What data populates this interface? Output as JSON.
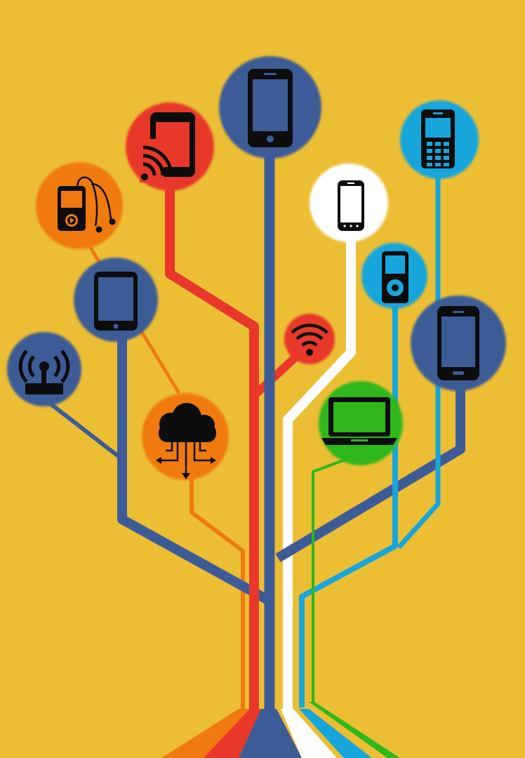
{
  "illustration": {
    "background": "#ecbe33",
    "palette": {
      "navy": "#3d5c97",
      "red": "#e8382c",
      "orange": "#f07a10",
      "white": "#ffffff",
      "cyan": "#17a6db",
      "green": "#2eb81c",
      "icon_ink": "#0d0d0d"
    },
    "nodes": [
      {
        "icon": "smartphone-icon",
        "color": "navy"
      },
      {
        "icon": "cast-tablet-icon",
        "color": "red"
      },
      {
        "icon": "mp3-player-earphones-icon",
        "color": "orange"
      },
      {
        "icon": "tablet-icon",
        "color": "navy"
      },
      {
        "icon": "wireless-router-icon",
        "color": "navy"
      },
      {
        "icon": "cloud-network-icon",
        "color": "orange"
      },
      {
        "icon": "wifi-icon",
        "color": "red"
      },
      {
        "icon": "white-smartphone-icon",
        "color": "white"
      },
      {
        "icon": "feature-phone-icon",
        "color": "cyan"
      },
      {
        "icon": "ipod-icon",
        "color": "cyan"
      },
      {
        "icon": "large-smartphone-icon",
        "color": "navy"
      },
      {
        "icon": "laptop-icon",
        "color": "green"
      }
    ]
  }
}
